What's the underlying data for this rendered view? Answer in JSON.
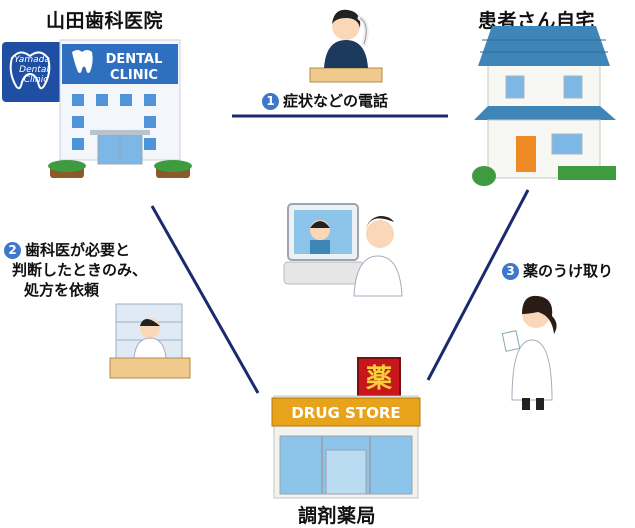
{
  "nodes": {
    "clinic": {
      "title": "山田歯科医院",
      "sign_line1": "DENTAL",
      "sign_line2": "CLINIC",
      "logo_line1": "Yamada",
      "logo_line2": "Dental",
      "logo_line3": "Clinic"
    },
    "home": {
      "title": "患者さん自宅"
    },
    "pharmacy": {
      "title": "調剤薬局",
      "sign": "DRUG STORE",
      "kanji_sign": "薬"
    }
  },
  "steps": [
    {
      "number": "1",
      "text": "症状などの電話"
    },
    {
      "number": "2",
      "line1": "歯科医が必要と",
      "line2": "判断したときのみ、",
      "line3": "処方を依頼"
    },
    {
      "number": "3",
      "text": "薬のうけ取り"
    }
  ],
  "colors": {
    "line": "#1b2a6e",
    "badge": "#3d78c9",
    "roof": "#3f86b8",
    "clinic_sign": "#2f6fc0",
    "store_sign": "#e8a31d",
    "kanji_sign": "#c8161d"
  }
}
